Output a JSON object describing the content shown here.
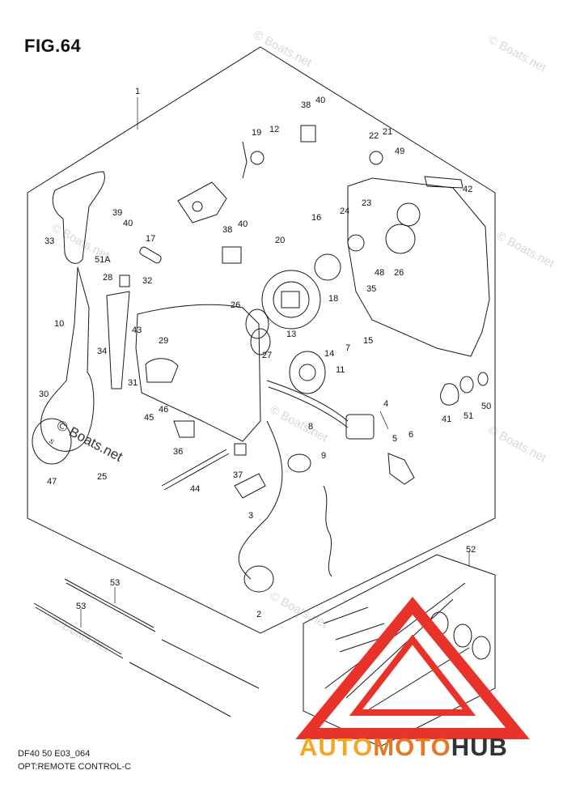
{
  "figure": {
    "title": "FIG.64",
    "model_line": "DF40 50 E03_064",
    "option_line": "OPT:REMOTE CONTROL-C"
  },
  "watermark": {
    "text": "© Boats.net"
  },
  "brand": {
    "part1": "AUTO",
    "part2": "MOTO",
    "part3": "HUB",
    "colors": {
      "auto": "#f5a623",
      "moto": "#e87722",
      "hub": "#333333",
      "logo_red": "#e8322a"
    }
  },
  "part_labels": [
    "1",
    "2",
    "3",
    "4",
    "5",
    "6",
    "7",
    "8",
    "9",
    "10",
    "11",
    "12",
    "13",
    "14",
    "15",
    "16",
    "17",
    "18",
    "19",
    "20",
    "21",
    "22",
    "23",
    "24",
    "25",
    "26",
    "26",
    "27",
    "28",
    "29",
    "30",
    "31",
    "32",
    "33",
    "34",
    "35",
    "36",
    "37",
    "38",
    "38",
    "39",
    "40",
    "40",
    "40",
    "41",
    "42",
    "43",
    "44",
    "45",
    "46",
    "47",
    "48",
    "49",
    "50",
    "51",
    "51A",
    "52",
    "53",
    "53"
  ],
  "colors": {
    "line": "#1a1a1a",
    "background": "#ffffff"
  }
}
